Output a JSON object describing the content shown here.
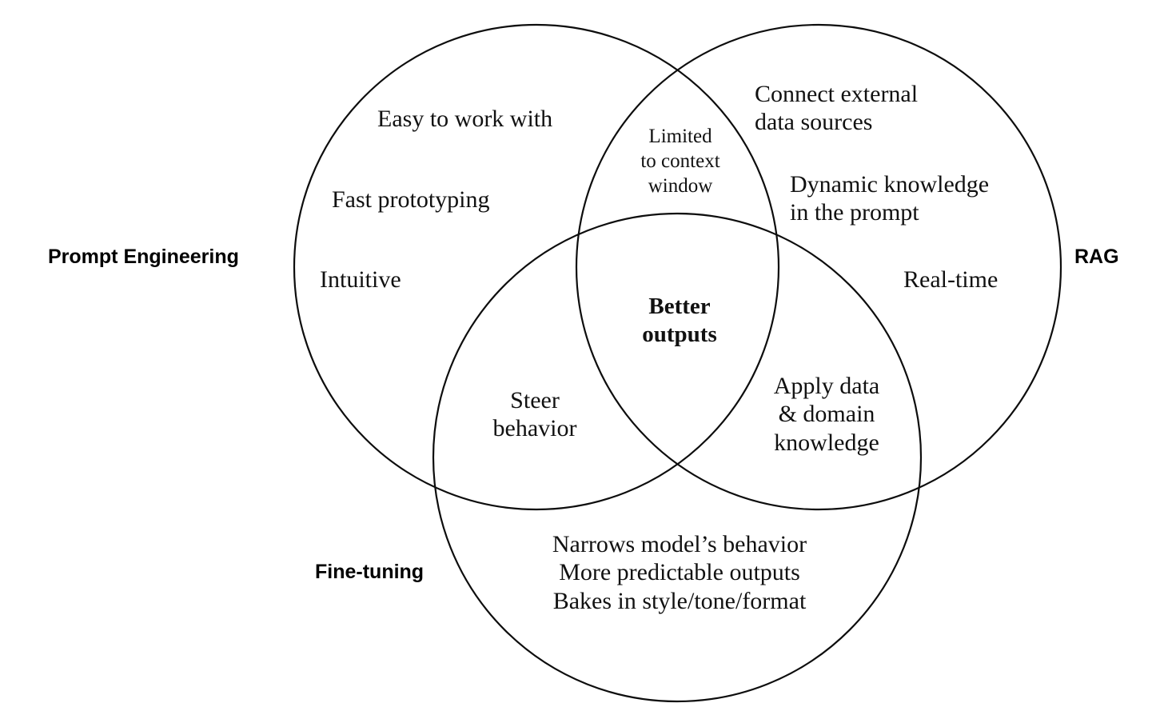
{
  "diagram": {
    "type": "venn-3-set",
    "background_color": "#ffffff",
    "stroke_color": "#0d0d0d",
    "text_color": "#111111",
    "sets": [
      {
        "id": "prompt-engineering",
        "label": "Prompt Engineering",
        "label_position": "left"
      },
      {
        "id": "rag",
        "label": "RAG",
        "label_position": "right"
      },
      {
        "id": "fine-tuning",
        "label": "Fine-tuning",
        "label_position": "bottom-left"
      }
    ],
    "regions": {
      "prompt_engineering_only": [
        "Easy to work with",
        "Fast prototyping",
        "Intuitive"
      ],
      "rag_only": [
        "Connect external\ndata sources",
        "Dynamic knowledge\nin the prompt",
        "Real-time"
      ],
      "fine_tuning_only": [
        "Narrows model’s behavior\nMore predictable outputs\nBakes in style/tone/format"
      ],
      "prompt_engineering_and_rag": [
        "Limited\nto context\nwindow"
      ],
      "prompt_engineering_and_fine_tuning": [
        "Steer\nbehavior"
      ],
      "rag_and_fine_tuning": [
        "Apply data\n& domain\nknowledge"
      ],
      "all_three": [
        "Better\noutputs"
      ]
    }
  }
}
